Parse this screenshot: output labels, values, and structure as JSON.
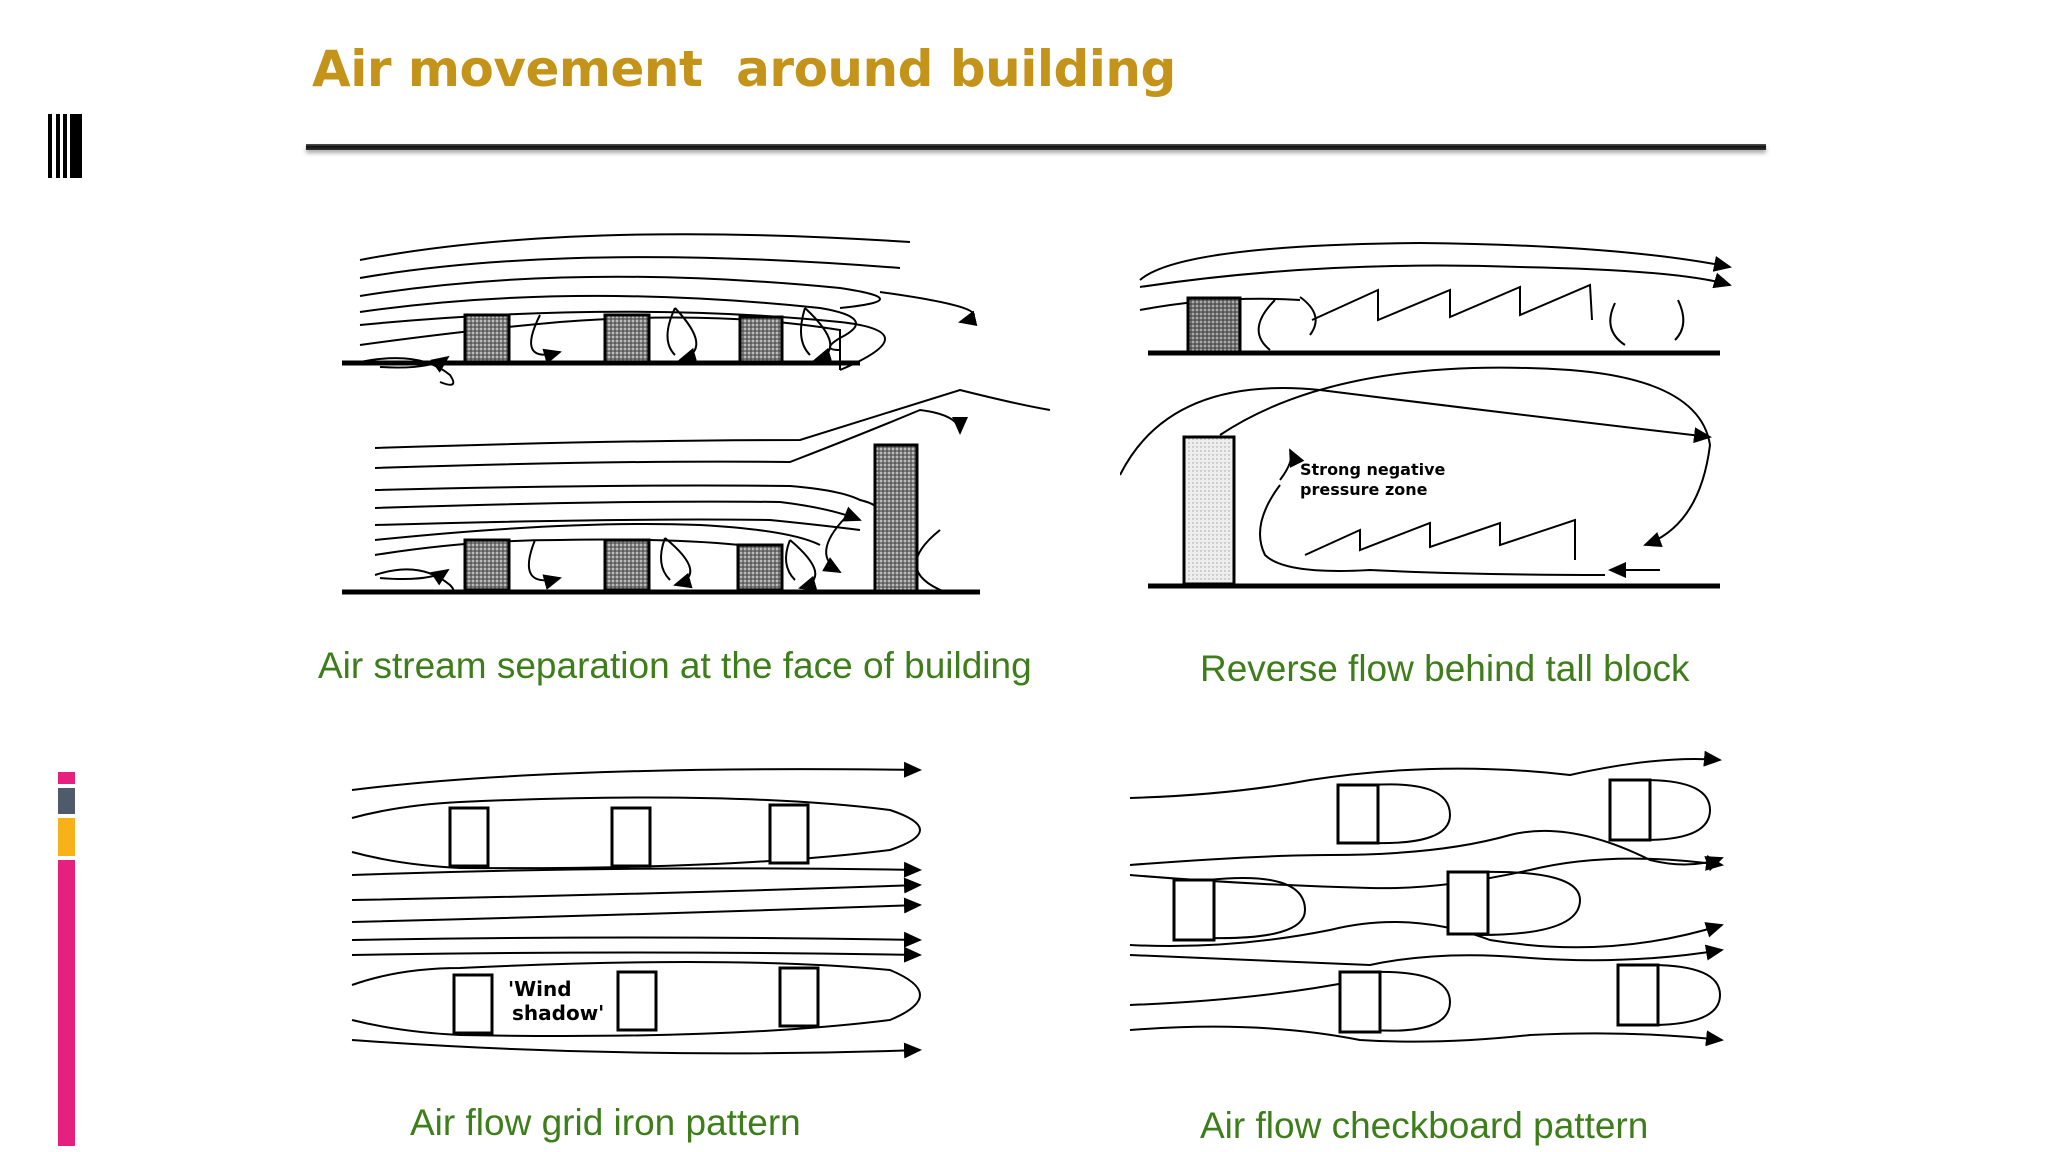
{
  "slide": {
    "title": "Air movement  around building"
  },
  "figures": {
    "separation": {
      "caption": "Air stream separation at the face of building"
    },
    "reverse_flow": {
      "caption": "Reverse flow behind tall block",
      "annotation_line1": "Strong negative",
      "annotation_line2": "pressure zone"
    },
    "grid_iron": {
      "caption": "Air flow grid iron pattern",
      "annotation_line1": "'Wind",
      "annotation_line2": "shadow'"
    },
    "checkboard": {
      "caption": "Air flow checkboard pattern"
    }
  },
  "colors": {
    "title": "#c39419",
    "caption": "#3d7e1a",
    "accent_magenta": "#e6207e",
    "accent_slate": "#4f5a6b",
    "accent_amber": "#f7b21a"
  }
}
